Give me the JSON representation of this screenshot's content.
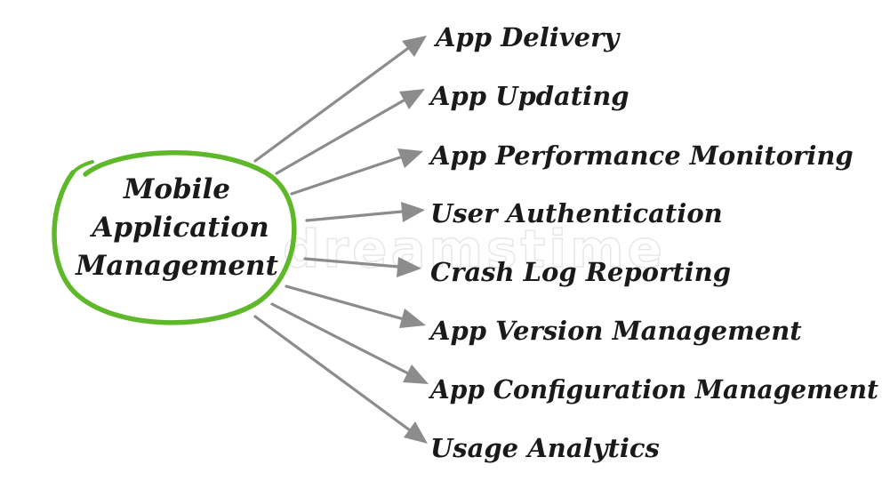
{
  "center": {
    "lines": [
      "Mobile",
      "Application",
      "Management"
    ],
    "ring_color": "#5fb82a"
  },
  "items": [
    {
      "label": "App Delivery"
    },
    {
      "label": "App Updating"
    },
    {
      "label": "App Performance Monitoring"
    },
    {
      "label": "User Authentication"
    },
    {
      "label": "Crash Log Reporting"
    },
    {
      "label": "App Version Management"
    },
    {
      "label": "App Configuration Management"
    },
    {
      "label": "Usage Analytics"
    }
  ],
  "arrow_color": "#8c8c8c",
  "watermark": "dreamstime"
}
